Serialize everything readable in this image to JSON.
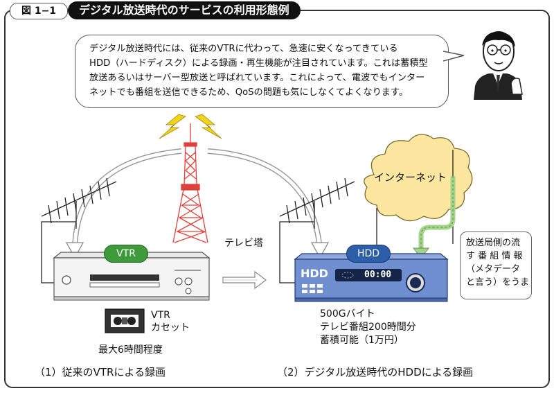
{
  "figure": {
    "number": "図 1−1",
    "title": "デジタル放送時代のサービスの利用形態例"
  },
  "speech": {
    "lines": [
      "デジタル放送時代には、従来のVTRに代わって、急速に安くなってきている",
      "HDD（ハードディスク）による録画・再生機能が注目されています。これは蓄積型",
      "放送あるいはサーバー型放送と呼ばれています。これによって、電波でもインター",
      "ネットでも番組を送信できるため、QoSの問題も気にしなくてよくなります。"
    ]
  },
  "labels": {
    "tower": "テレビ塔",
    "internet": "インターネット",
    "vtr_badge": "VTR",
    "hdd_badge": "HDD",
    "cassette": [
      "VTR",
      "カセット"
    ],
    "vtr_capacity": "最大6時間程度",
    "hdd_capacity": [
      "500Gバイト",
      "テレビ番組200時間分",
      "蓄積可能（1万円）"
    ],
    "hdd_logo": "HDD",
    "hdd_display": "00:00"
  },
  "info_box": {
    "lines": [
      "放送局側の流",
      "す 番 組 情 報",
      "（メタデータ",
      "と言う）をうま"
    ]
  },
  "captions": {
    "left": "（1）従来のVTRによる録画",
    "right": "（2）デジタル放送時代のHDDによる録画"
  },
  "colors": {
    "tower": "#e0403a",
    "lightning": "#f2d21b",
    "cloud": "#fde6a0",
    "vtr_badge": "#3e9a3a",
    "hdd_badge": "#2d5fa8",
    "hdd_recorder": "#6f8fd0",
    "arrow": "#a6d38c"
  }
}
